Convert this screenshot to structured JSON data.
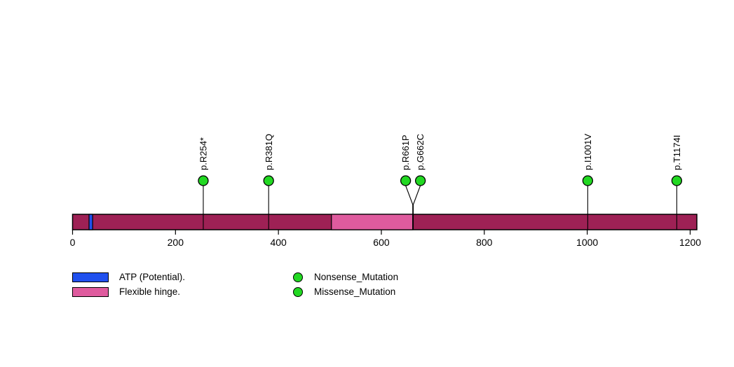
{
  "page": {
    "background": "#ffffff",
    "text_color": "#000000"
  },
  "chart_data": {
    "type": "lollipop",
    "title": "",
    "xlabel": "",
    "ylabel": "",
    "grid": false,
    "protein_length": 1213,
    "axis": {
      "min": 0,
      "max": 1213,
      "ticks": [
        0,
        200,
        400,
        600,
        800,
        1000,
        1200
      ]
    },
    "bar_color": "#9E2155",
    "outline_color": "#000000",
    "domains": [
      {
        "name": "ATP (Potential).",
        "start": 32,
        "end": 39,
        "color": "#2050EE"
      },
      {
        "name": "Flexible hinge.",
        "start": 503,
        "end": 661,
        "color": "#DF5B9E"
      }
    ],
    "mutations": [
      {
        "label": "p.R254*",
        "position": 254,
        "type": "Nonsense_Mutation",
        "color": "#22D822"
      },
      {
        "label": "p.R381Q",
        "position": 381,
        "type": "Missense_Mutation",
        "color": "#22D822"
      },
      {
        "label": "p.R661P",
        "position": 661,
        "type": "Missense_Mutation",
        "color": "#22D822"
      },
      {
        "label": "p.G662C",
        "position": 662,
        "type": "Missense_Mutation",
        "color": "#22D822"
      },
      {
        "label": "p.I1001V",
        "position": 1001,
        "type": "Missense_Mutation",
        "color": "#22D822"
      },
      {
        "label": "p.T1174I",
        "position": 1174,
        "type": "Missense_Mutation",
        "color": "#22D822"
      }
    ],
    "legend": {
      "domain_items": [
        {
          "label": "ATP (Potential).",
          "color": "#2050EE"
        },
        {
          "label": "Flexible hinge.",
          "color": "#DF5B9E"
        }
      ],
      "mutation_items": [
        {
          "label": "Nonsense_Mutation",
          "color": "#22D822"
        },
        {
          "label": "Missense_Mutation",
          "color": "#22D822"
        }
      ]
    }
  }
}
